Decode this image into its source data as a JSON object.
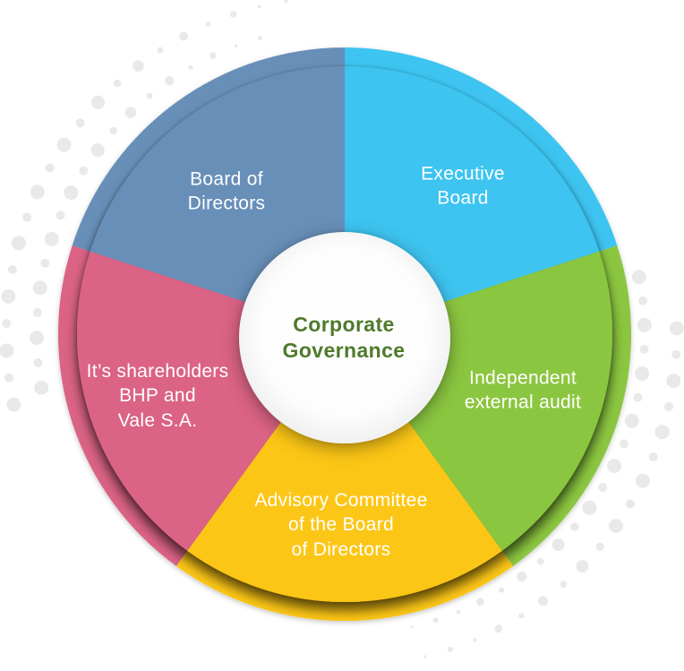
{
  "diagram": {
    "title_center": {
      "title": "Corporate\nGovernance",
      "text_color": "#4f7a2b"
    },
    "segments": [
      {
        "id": "executive-board",
        "label": "Executive\nBoard",
        "color": "#3dc4f0",
        "start_angle": 0,
        "end_angle": 72
      },
      {
        "id": "independent-external-audit",
        "label": "Independent\nexternal audit",
        "color": "#8bc63f",
        "start_angle": 72,
        "end_angle": 144
      },
      {
        "id": "advisory-committee",
        "label": "Advisory Committee\nof the Board\nof Directors",
        "color": "#fcc613",
        "start_angle": 144,
        "end_angle": 216
      },
      {
        "id": "shareholders",
        "label": "It’s shareholders\nBHP and\nVale S.A.",
        "color": "#db6485",
        "start_angle": 216,
        "end_angle": 288
      },
      {
        "id": "board-of-directors",
        "label": "Board of\nDirectors",
        "color": "#688fb8",
        "start_angle": 288,
        "end_angle": 360
      }
    ],
    "label_text_color": "#ffffff",
    "dot_color": "#e9e9e9",
    "center_circle_color": "#ffffff"
  }
}
